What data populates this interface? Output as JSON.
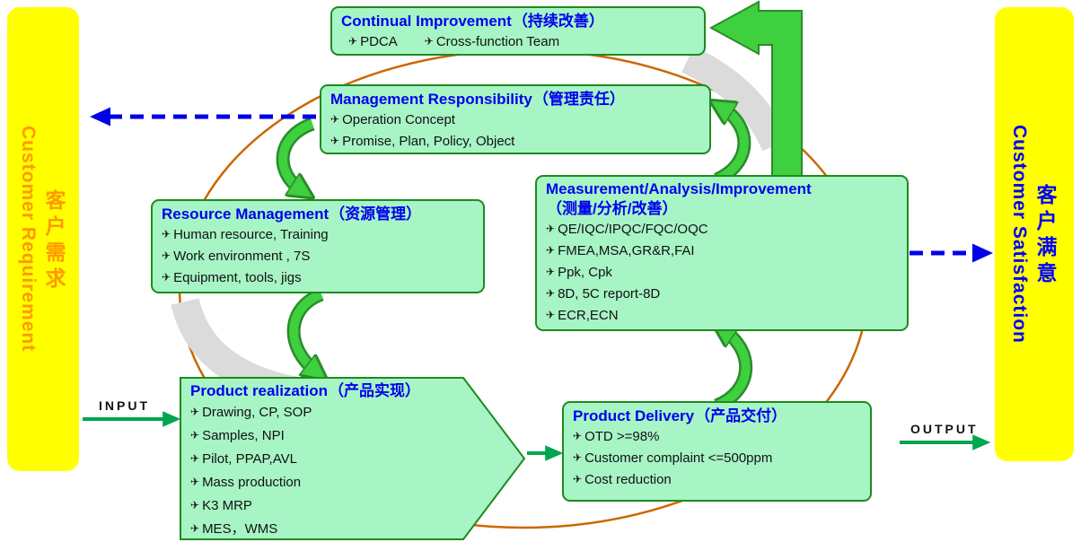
{
  "icons": {
    "bullet": "✈"
  },
  "labels": {
    "input": "INPUT",
    "output": "OUTPUT"
  },
  "left_panel": {
    "title_en": "Customer Requirement",
    "title_zh": "客户需求"
  },
  "right_panel": {
    "title_en": "Customer Satisfaction",
    "title_zh": "客户满意"
  },
  "boxes": {
    "continual": {
      "title_en": "Continual Improvement",
      "title_zh": "（持续改善）",
      "items": [
        "PDCA",
        "Cross-function Team"
      ]
    },
    "management": {
      "title_en": "Management Responsibility",
      "title_zh": "（管理责任）",
      "items": [
        "Operation Concept",
        "Promise, Plan, Policy, Object"
      ]
    },
    "resource": {
      "title_en": "Resource Management",
      "title_zh": "（资源管理）",
      "items": [
        "Human resource, Training",
        "Work environment , 7S",
        "Equipment, tools, jigs"
      ]
    },
    "measurement": {
      "title_en": "Measurement/Analysis/Improvement",
      "title_zh": "（测量/分析/改善）",
      "items": [
        "QE/IQC/IPQC/FQC/OQC",
        "FMEA,MSA,GR&R,FAI",
        "Ppk, Cpk",
        "8D, 5C report-8D",
        "ECR,ECN"
      ]
    },
    "realization": {
      "title_en": "Product realization",
      "title_zh": "（产品实现）",
      "items": [
        "Drawing, CP, SOP",
        "Samples, NPI",
        "Pilot, PPAP,AVL",
        "Mass production",
        "K3 MRP",
        "MES，WMS"
      ]
    },
    "delivery": {
      "title_en": "Product Delivery",
      "title_zh": "（产品交付）",
      "items": [
        "OTD >=98%",
        "Customer complaint <=500ppm",
        "Cost reduction"
      ]
    }
  },
  "colors": {
    "box_fill": "#A7F4C5",
    "box_border": "#1E8A1E",
    "title_text": "#0000EE",
    "panel_yellow": "#FFFF00",
    "requirement_text": "#FF9900",
    "satisfaction_text": "#0000FF",
    "ellipse_stroke": "#CC6600",
    "cycle_arrow_green": "#3ED03E",
    "io_arrow_green": "#00A550",
    "dashed_arrow_blue": "#0000E8"
  }
}
